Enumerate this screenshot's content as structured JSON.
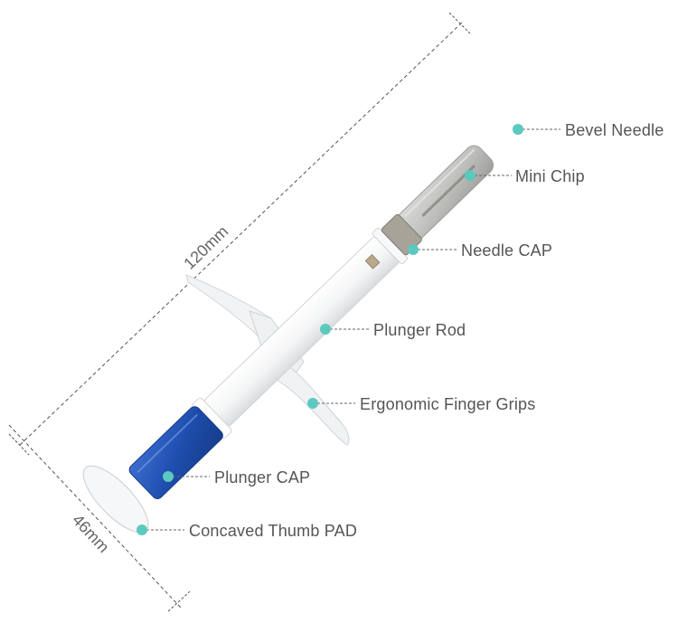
{
  "dimensions": {
    "length": "120mm",
    "width": "46mm"
  },
  "callouts": {
    "bevel_needle": "Bevel Needle",
    "mini_chip": "Mini Chip",
    "needle_cap": "Needle CAP",
    "plunger_rod": "Plunger Rod",
    "finger_grips": "Ergonomic Finger Grips",
    "plunger_cap": "Plunger CAP",
    "thumb_pad": "Concaved Thumb PAD"
  },
  "colors": {
    "marker": "#5cc9c0",
    "leader": "#666666",
    "plunger_cap": "#1f4fb0",
    "body": "#ffffff"
  }
}
